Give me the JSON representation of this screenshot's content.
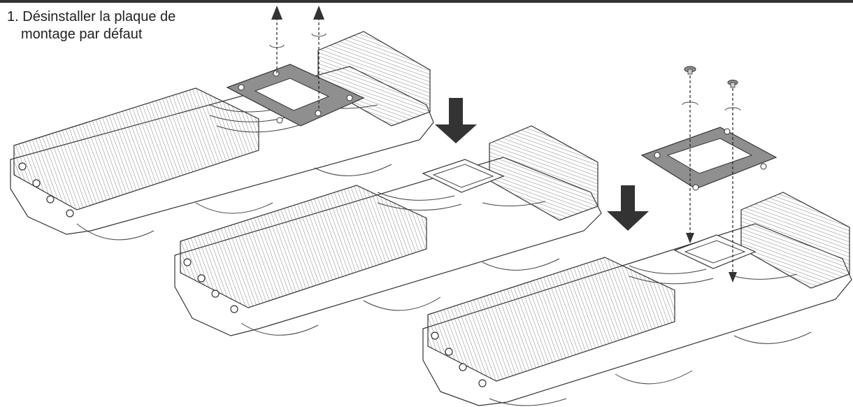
{
  "step": {
    "number": "1.",
    "line1": "Désinstaller la plaque de",
    "line2": "montage par défaut"
  },
  "colors": {
    "plate": "#8f8f8f",
    "arrow": "#333333",
    "line": "#333333"
  },
  "icons": [
    "screw-icon",
    "rotate-icon",
    "down-arrow-icon",
    "up-arrow-icon"
  ]
}
